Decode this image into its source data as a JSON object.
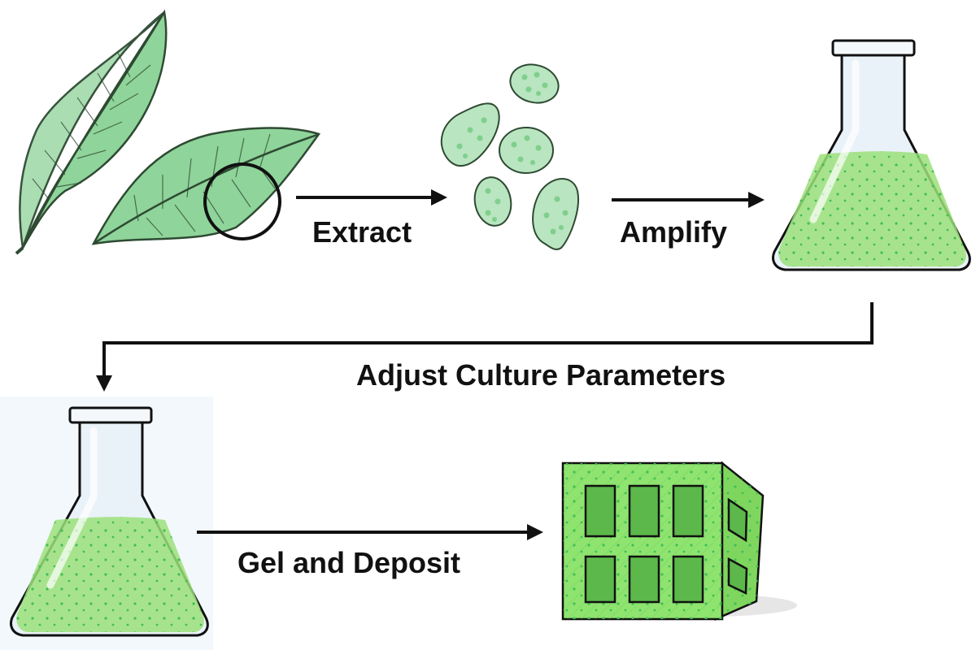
{
  "colors": {
    "leaf_fill": "#8fd49a",
    "leaf_vein": "#2e4a33",
    "cell_fill": "#b9e5c0",
    "organelle": "#7fcf8d",
    "liquid": "#9be07a",
    "glass": "#e9f2f8",
    "building": "#8ee46f",
    "ink": "#111111"
  },
  "steps": {
    "extract": "Extract",
    "amplify": "Amplify",
    "adjust": "Adjust Culture Parameters",
    "gel": "Gel and Deposit"
  },
  "illustrations": {
    "source": "leaf-icon",
    "cells": "cell-icon",
    "culture": "flask-icon",
    "adjusted_culture": "flask-icon",
    "product": "building-icon"
  }
}
